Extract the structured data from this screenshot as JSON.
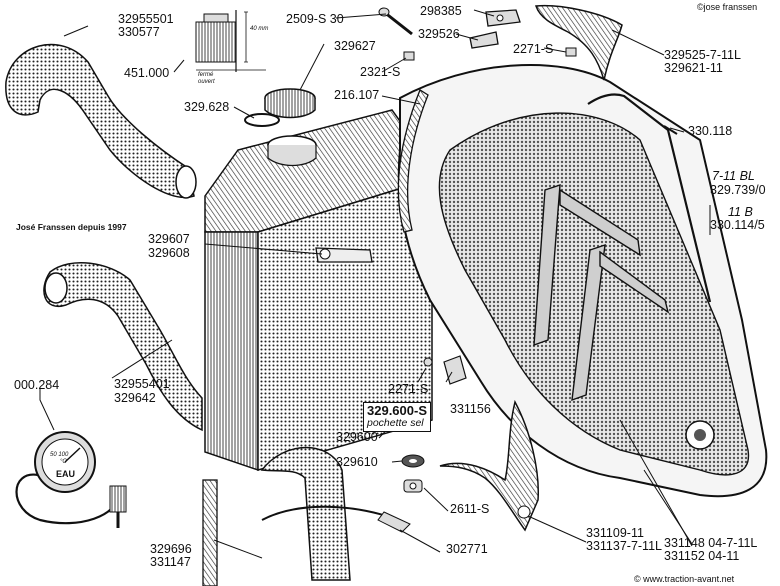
{
  "header": {
    "copyright": "©jose franssen"
  },
  "watermark": "José Franssen depuis 1997",
  "footer": {
    "site": "© www.traction-avant.net"
  },
  "thermostat_inset": {
    "dimension": "40 mm",
    "closed_label": "fermé",
    "open_label": "ouvert"
  },
  "gauge_inset": {
    "part": "000.284",
    "scale": "50 100",
    "unit": "°C",
    "caption": "EAU"
  },
  "kit_box": {
    "number": "329.600-S",
    "caption": "pochette sel"
  },
  "parts": {
    "p329555": "32955501",
    "p330577": "330577",
    "p451000": "451.000",
    "p329627": "329627",
    "p329628": "329.628",
    "p2509": "2509-S 30",
    "p298385": "298385",
    "p329526": "329526",
    "p2321": "2321-S",
    "p2271_top": "2271-S",
    "p329525": "329525-7-11L",
    "p329621": "329621-11",
    "p216107": "216.107",
    "p330118": "330.118",
    "p711bl": "7-11 BL",
    "p329739": "329.739/0",
    "p11b": "11 B",
    "p330114": "330.114/5",
    "p329607": "329607",
    "p329608": "329608",
    "p329554": "32955401",
    "p329642": "329642",
    "p2271_mid": "2271-S",
    "p331156": "331156",
    "p329600": "329600",
    "p329610": "329610",
    "p2611": "2611-S",
    "p331109": "331109-11",
    "p331137": "331137-7-11L",
    "p331148": "331148 04-7-11L",
    "p331152": "331152 04-11",
    "p329696": "329696",
    "p331147": "331147",
    "p302771": "302771"
  }
}
